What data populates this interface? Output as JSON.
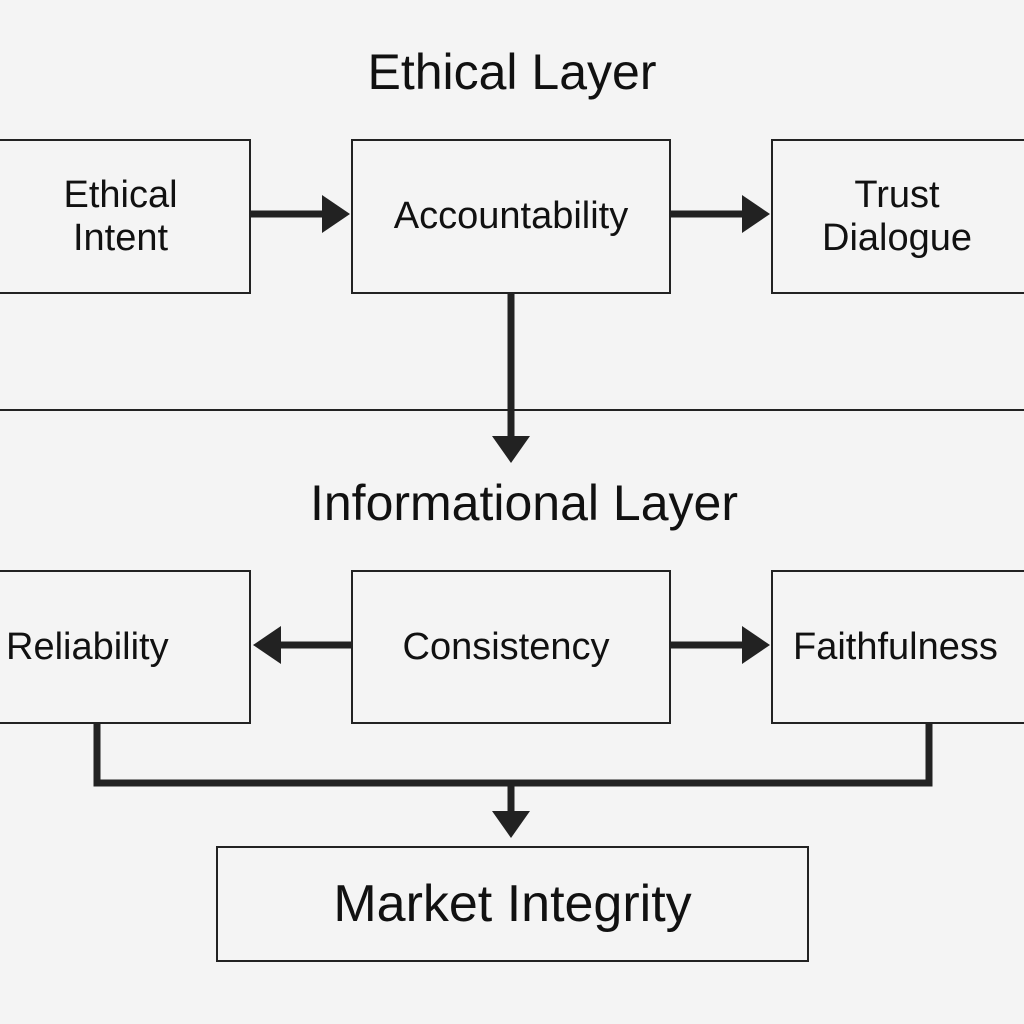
{
  "layers": {
    "ethical": {
      "title": "Ethical Layer",
      "boxes": [
        "Ethical Intent",
        "Accountability",
        "Trust Dialogue"
      ]
    },
    "informational": {
      "title": "Informational Layer",
      "boxes": [
        "Reliability",
        "Consistency",
        "Faithfulness"
      ]
    }
  },
  "outcome": "Market Integrity",
  "colors": {
    "background": "#f4f4f4",
    "stroke": "#222222"
  }
}
